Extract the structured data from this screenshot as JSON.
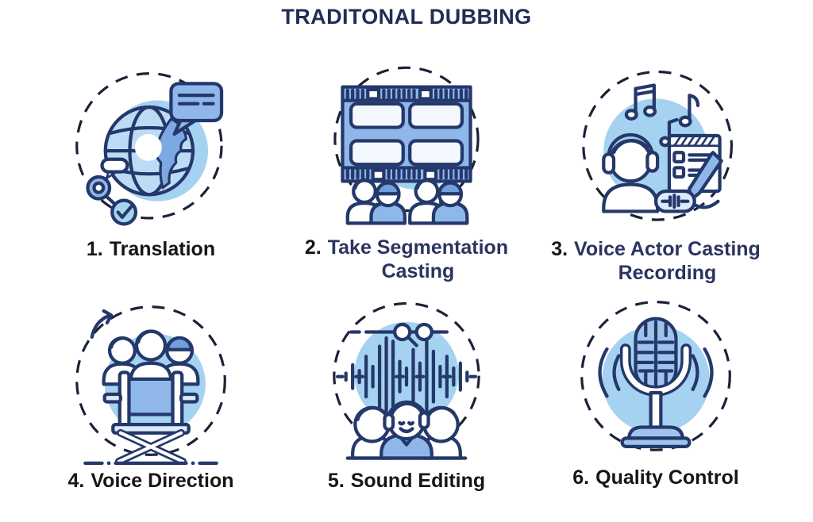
{
  "title": "TRADITONAL DUBBING",
  "colors": {
    "title": "#232c55",
    "background": "#ffffff",
    "accent_fill": "#8fb7ea",
    "light_circle": "#a5d2f0",
    "line_ink": "#24386b",
    "label_black": "#161616",
    "label_navy": "#2b3460"
  },
  "steps": [
    {
      "number": "1.",
      "label": "Translation",
      "number_color": "#161616",
      "label_color": "#161616",
      "icon": "globe-translation-icon"
    },
    {
      "number": "2.",
      "label": "Take Segmentation\nCasting",
      "number_color": "#161616",
      "label_color": "#2b3460",
      "icon": "film-strip-casting-icon"
    },
    {
      "number": "3.",
      "label": "Voice Actor Casting\nRecording",
      "number_color": "#161616",
      "label_color": "#2b3460",
      "icon": "voice-actor-recording-icon"
    },
    {
      "number": "4.",
      "label": "Voice Direction",
      "number_color": "#161616",
      "label_color": "#161616",
      "icon": "director-chair-icon"
    },
    {
      "number": "5.",
      "label": "Sound Editing",
      "number_color": "#161616",
      "label_color": "#161616",
      "icon": "sound-editing-waveform-icon"
    },
    {
      "number": "6.",
      "label": "Quality Control",
      "number_color": "#161616",
      "label_color": "#161616",
      "icon": "quality-control-microphone-icon"
    }
  ]
}
